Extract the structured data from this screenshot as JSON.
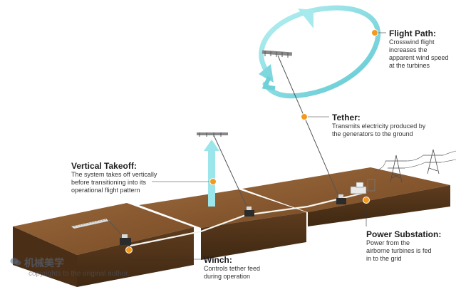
{
  "callouts": {
    "flight_path": {
      "title": "Flight Path:",
      "desc": "Crosswind flight\nincreases the\napparent wind speed\nat the turbines"
    },
    "tether": {
      "title": "Tether:",
      "desc": "Transmits electricity produced by\nthe generators to the ground"
    },
    "vertical_takeoff": {
      "title": "Vertical Takeoff:",
      "desc": "The system takes off vertically\nbefore transitioning into its\noperational flight pattern"
    },
    "power_substation": {
      "title": "Power Substation:",
      "desc": "Power from the\nairborne turbines is fed\nin to the grid"
    },
    "winch": {
      "title": "Winch:",
      "desc": "Controls tether feed\nduring operation"
    }
  },
  "watermark": {
    "icon": "wechat-icon",
    "text": "机械美学"
  },
  "copyright": "copyrights to the original author.",
  "colors": {
    "accent": "#f39a1e",
    "ground_top": "#8a5a2e",
    "ground_side": "#5b3a1d",
    "path": "#8fe0e6",
    "tether": "#555555"
  }
}
